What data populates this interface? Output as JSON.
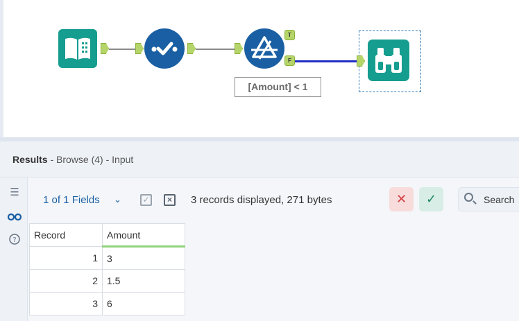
{
  "canvas": {
    "filter_label": "[Amount] < 1",
    "filter_anchors": {
      "true_label": "T",
      "false_label": "F"
    },
    "tools": [
      {
        "name": "input",
        "icon": "book-icon"
      },
      {
        "name": "select",
        "icon": "checkmark-icon"
      },
      {
        "name": "filter",
        "icon": "filter-icon"
      },
      {
        "name": "browse",
        "icon": "binoculars-icon"
      }
    ],
    "colors": {
      "teal": "#159d8f",
      "blue": "#1a5fa3",
      "anchor": "#b5d56a",
      "false_connection": "#1f2cc4"
    }
  },
  "results": {
    "title": "Results",
    "subtitle": " - Browse (4) - Input",
    "toolbar": {
      "fields_label": "1 of 1 Fields",
      "records_info": "3 records displayed, 271 bytes",
      "search_label": "Search"
    },
    "table": {
      "columns": [
        "Record",
        "Amount"
      ],
      "rows": [
        {
          "record": "1",
          "amount": "3"
        },
        {
          "record": "2",
          "amount": "1.5"
        },
        {
          "record": "3",
          "amount": "6"
        }
      ]
    }
  }
}
